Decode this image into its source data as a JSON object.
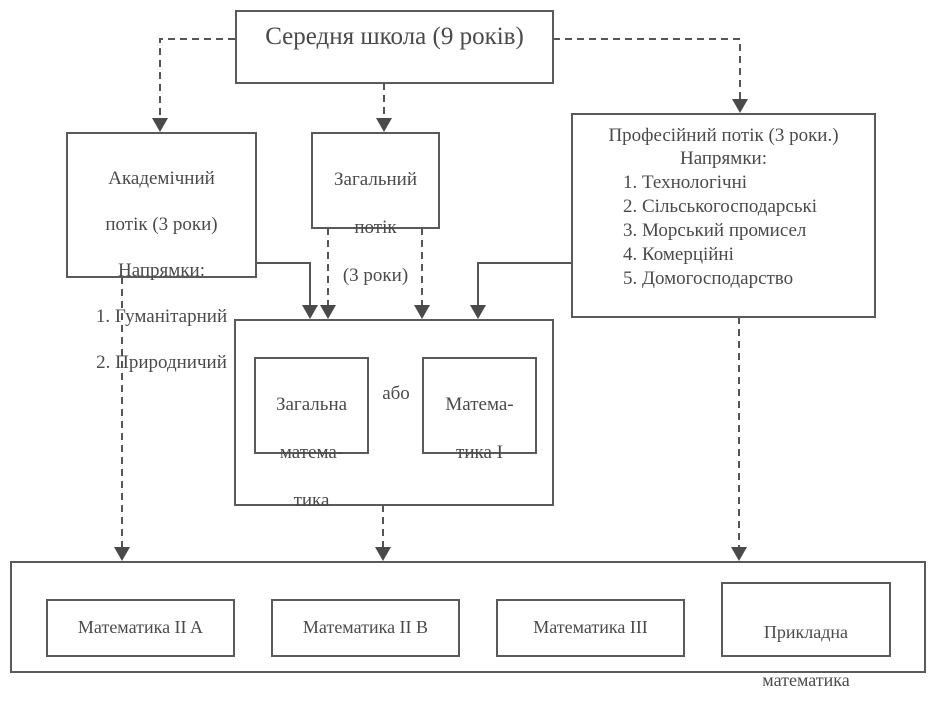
{
  "diagram": {
    "top": {
      "label": "Середня школа (9 років)"
    },
    "academic": {
      "title_line1": "Академічний",
      "title_line2": "потік (3 роки)",
      "dir_heading": "Напрямки:",
      "directions": [
        "1. Гуманітарний",
        "2. Природничий"
      ]
    },
    "general": {
      "line1": "Загальний",
      "line2": "потік",
      "line3": "(3 роки)"
    },
    "professional": {
      "title": "Професійний потік (3 роки.)",
      "dir_heading": "Напрямки:",
      "directions": [
        "1. Технологічні",
        "2. Сільськогосподарські",
        "3. Морський промисел",
        "4. Комерційні",
        "5. Домогосподарство"
      ]
    },
    "middle": {
      "left": {
        "line1": "Загальна",
        "line2": "матема-",
        "line3": "тика"
      },
      "connector": "або",
      "right": {
        "line1": "Матема-",
        "line2": "тика I"
      }
    },
    "bottom": {
      "items": [
        "Математика II A",
        "Математика II B",
        "Математика III"
      ],
      "last": {
        "line1": "Прикладна",
        "line2": "математика"
      }
    }
  }
}
